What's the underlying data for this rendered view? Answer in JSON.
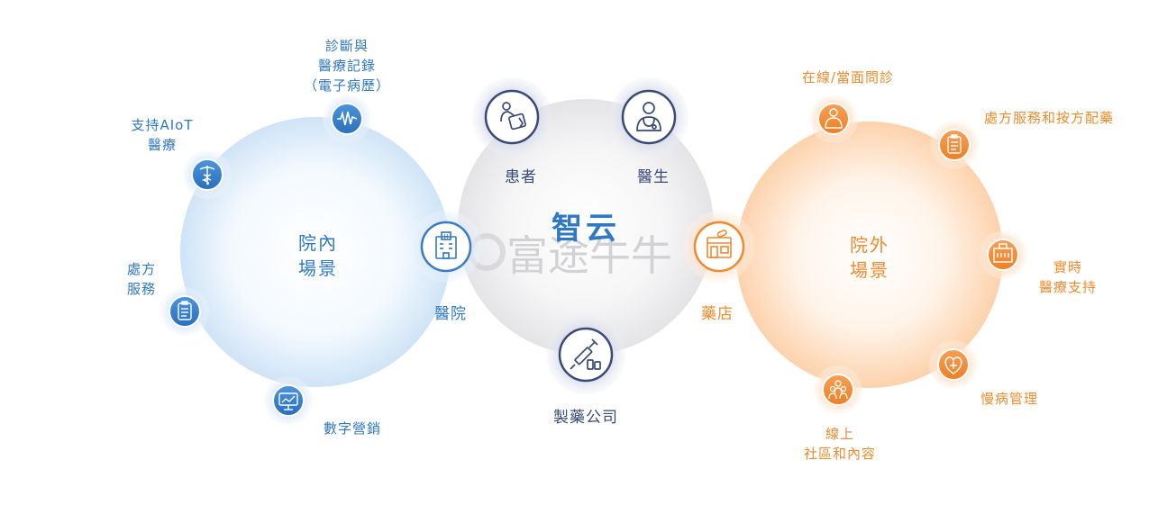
{
  "colors": {
    "blue": "#2f78c4",
    "orange": "#ef8a2e",
    "navy": "#3a4a78",
    "gray": "#d8d8dc"
  },
  "center": {
    "title": "智云",
    "watermark": "富途牛牛",
    "nodes": {
      "patient": {
        "label": "患者",
        "icon": "patient-tablet-icon"
      },
      "doctor": {
        "label": "醫生",
        "icon": "doctor-icon"
      },
      "pharma": {
        "label": "製藥公司",
        "icon": "syringe-vials-icon"
      }
    }
  },
  "left": {
    "title_line1": "院內",
    "title_line2": "場景",
    "hub": {
      "label": "醫院",
      "icon": "hospital-icon"
    },
    "items": {
      "records": {
        "line1": "診斷與",
        "line2": "醫療記錄",
        "line3": "（電子病歷）",
        "icon": "waveform-icon"
      },
      "aiot": {
        "line1": "支持AIoT",
        "line2": "醫療",
        "icon": "caduceus-icon"
      },
      "prescription": {
        "line1": "處方",
        "line2": "服務",
        "icon": "clipboard-icon"
      },
      "marketing": {
        "label": "數字營銷",
        "icon": "monitor-chart-icon"
      }
    }
  },
  "right": {
    "title_line1": "院外",
    "title_line2": "場景",
    "hub": {
      "label": "藥店",
      "icon": "pharmacy-store-icon"
    },
    "items": {
      "consult": {
        "label": "在線/當面問診",
        "icon": "doctor-person-icon"
      },
      "dispense": {
        "label": "處方服務和按方配藥",
        "icon": "clipboard-icon"
      },
      "realtime": {
        "line1": "實時",
        "line2": "醫療支持",
        "icon": "hospital-building-icon"
      },
      "chronic": {
        "label": "慢病管理",
        "icon": "heart-plus-icon"
      },
      "community": {
        "line1": "線上",
        "line2": "社區和內容",
        "icon": "community-icon"
      }
    }
  }
}
